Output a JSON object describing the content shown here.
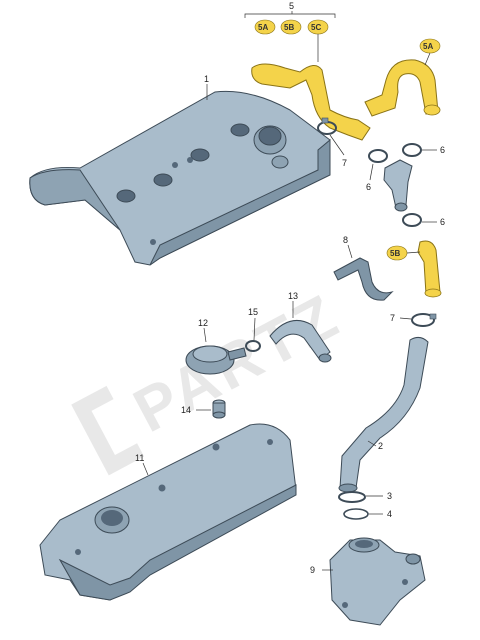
{
  "watermark": "PARTZ",
  "callouts": {
    "c1": "1",
    "c2": "2",
    "c3": "3",
    "c4": "4",
    "c5": "5",
    "c6a": "6",
    "c6b": "6",
    "c6c": "6",
    "c7a": "7",
    "c7b": "7",
    "c8": "8",
    "c9": "9",
    "c11": "11",
    "c12": "12",
    "c13": "13",
    "c14": "14",
    "c15": "15"
  },
  "badges": {
    "b5a_top": "5A",
    "b5b_top": "5B",
    "b5c_top": "5C",
    "b5a_right": "5A",
    "b5b_right": "5B"
  },
  "colors": {
    "highlight": "#f4d34a",
    "part_fill": "#a9bccb",
    "part_shade": "#7f95a6",
    "part_dark": "#55687a"
  }
}
